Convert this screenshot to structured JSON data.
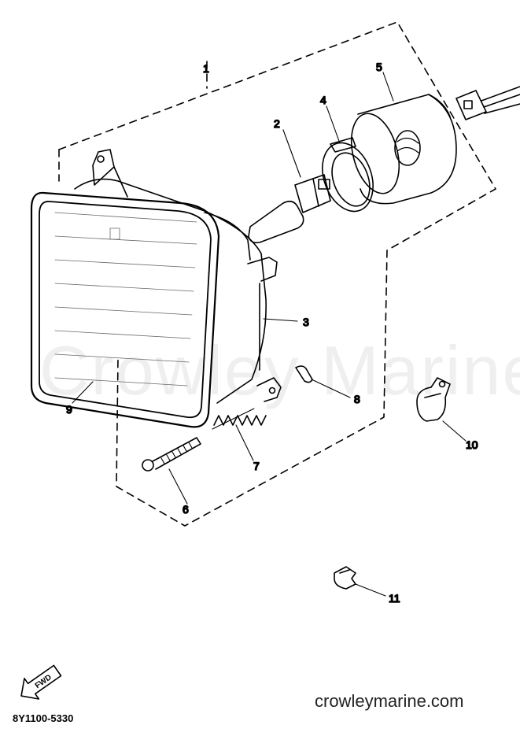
{
  "callouts": {
    "c1": "1",
    "c2": "2",
    "c3": "3",
    "c4": "4",
    "c5": "5",
    "c6": "6",
    "c7": "7",
    "c8": "8",
    "c9": "9",
    "c10": "10",
    "c11": "11"
  },
  "fwd_label": "FWD",
  "part_code": "8Y1100-5330",
  "watermark": "Crowley Marine",
  "website": "crowleymarine.com",
  "colors": {
    "line": "#000000",
    "background": "#ffffff"
  }
}
